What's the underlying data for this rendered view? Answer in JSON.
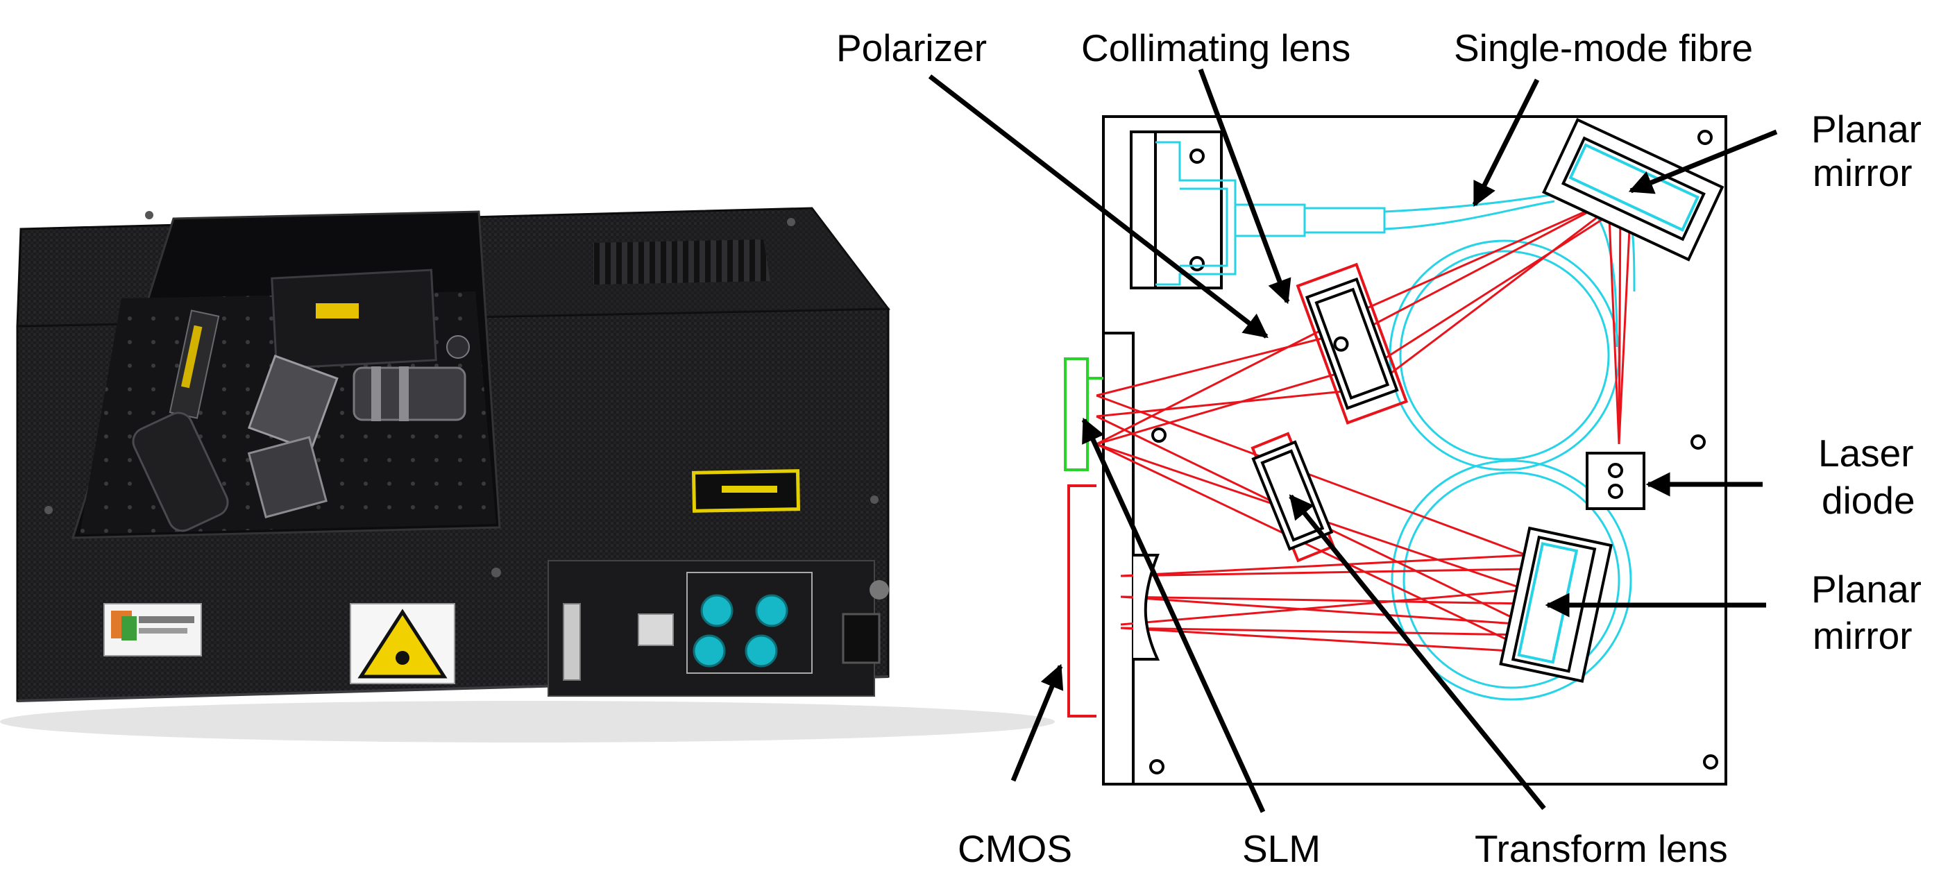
{
  "photo": {
    "description_hidden": "",
    "warning_label_icon": "laser-warning-icon",
    "logo_icon": "vendor-logo-icon"
  },
  "diagram": {
    "labels": {
      "polarizer": "Polarizer",
      "collimating_lens": "Collimating lens",
      "single_mode_fibre": "Single-mode fibre",
      "planar_mirror_top_1": "Planar",
      "planar_mirror_top_2": "mirror",
      "laser_diode_1": "Laser",
      "laser_diode_2": "diode",
      "planar_mirror_bottom_1": "Planar",
      "planar_mirror_bottom_2": "mirror",
      "cmos": "CMOS",
      "slm": "SLM",
      "transform_lens": "Transform lens"
    },
    "colors": {
      "beam": "#e8141b",
      "fibre": "#27d3e6",
      "slm": "#2ad32a",
      "outline": "#000000"
    }
  }
}
